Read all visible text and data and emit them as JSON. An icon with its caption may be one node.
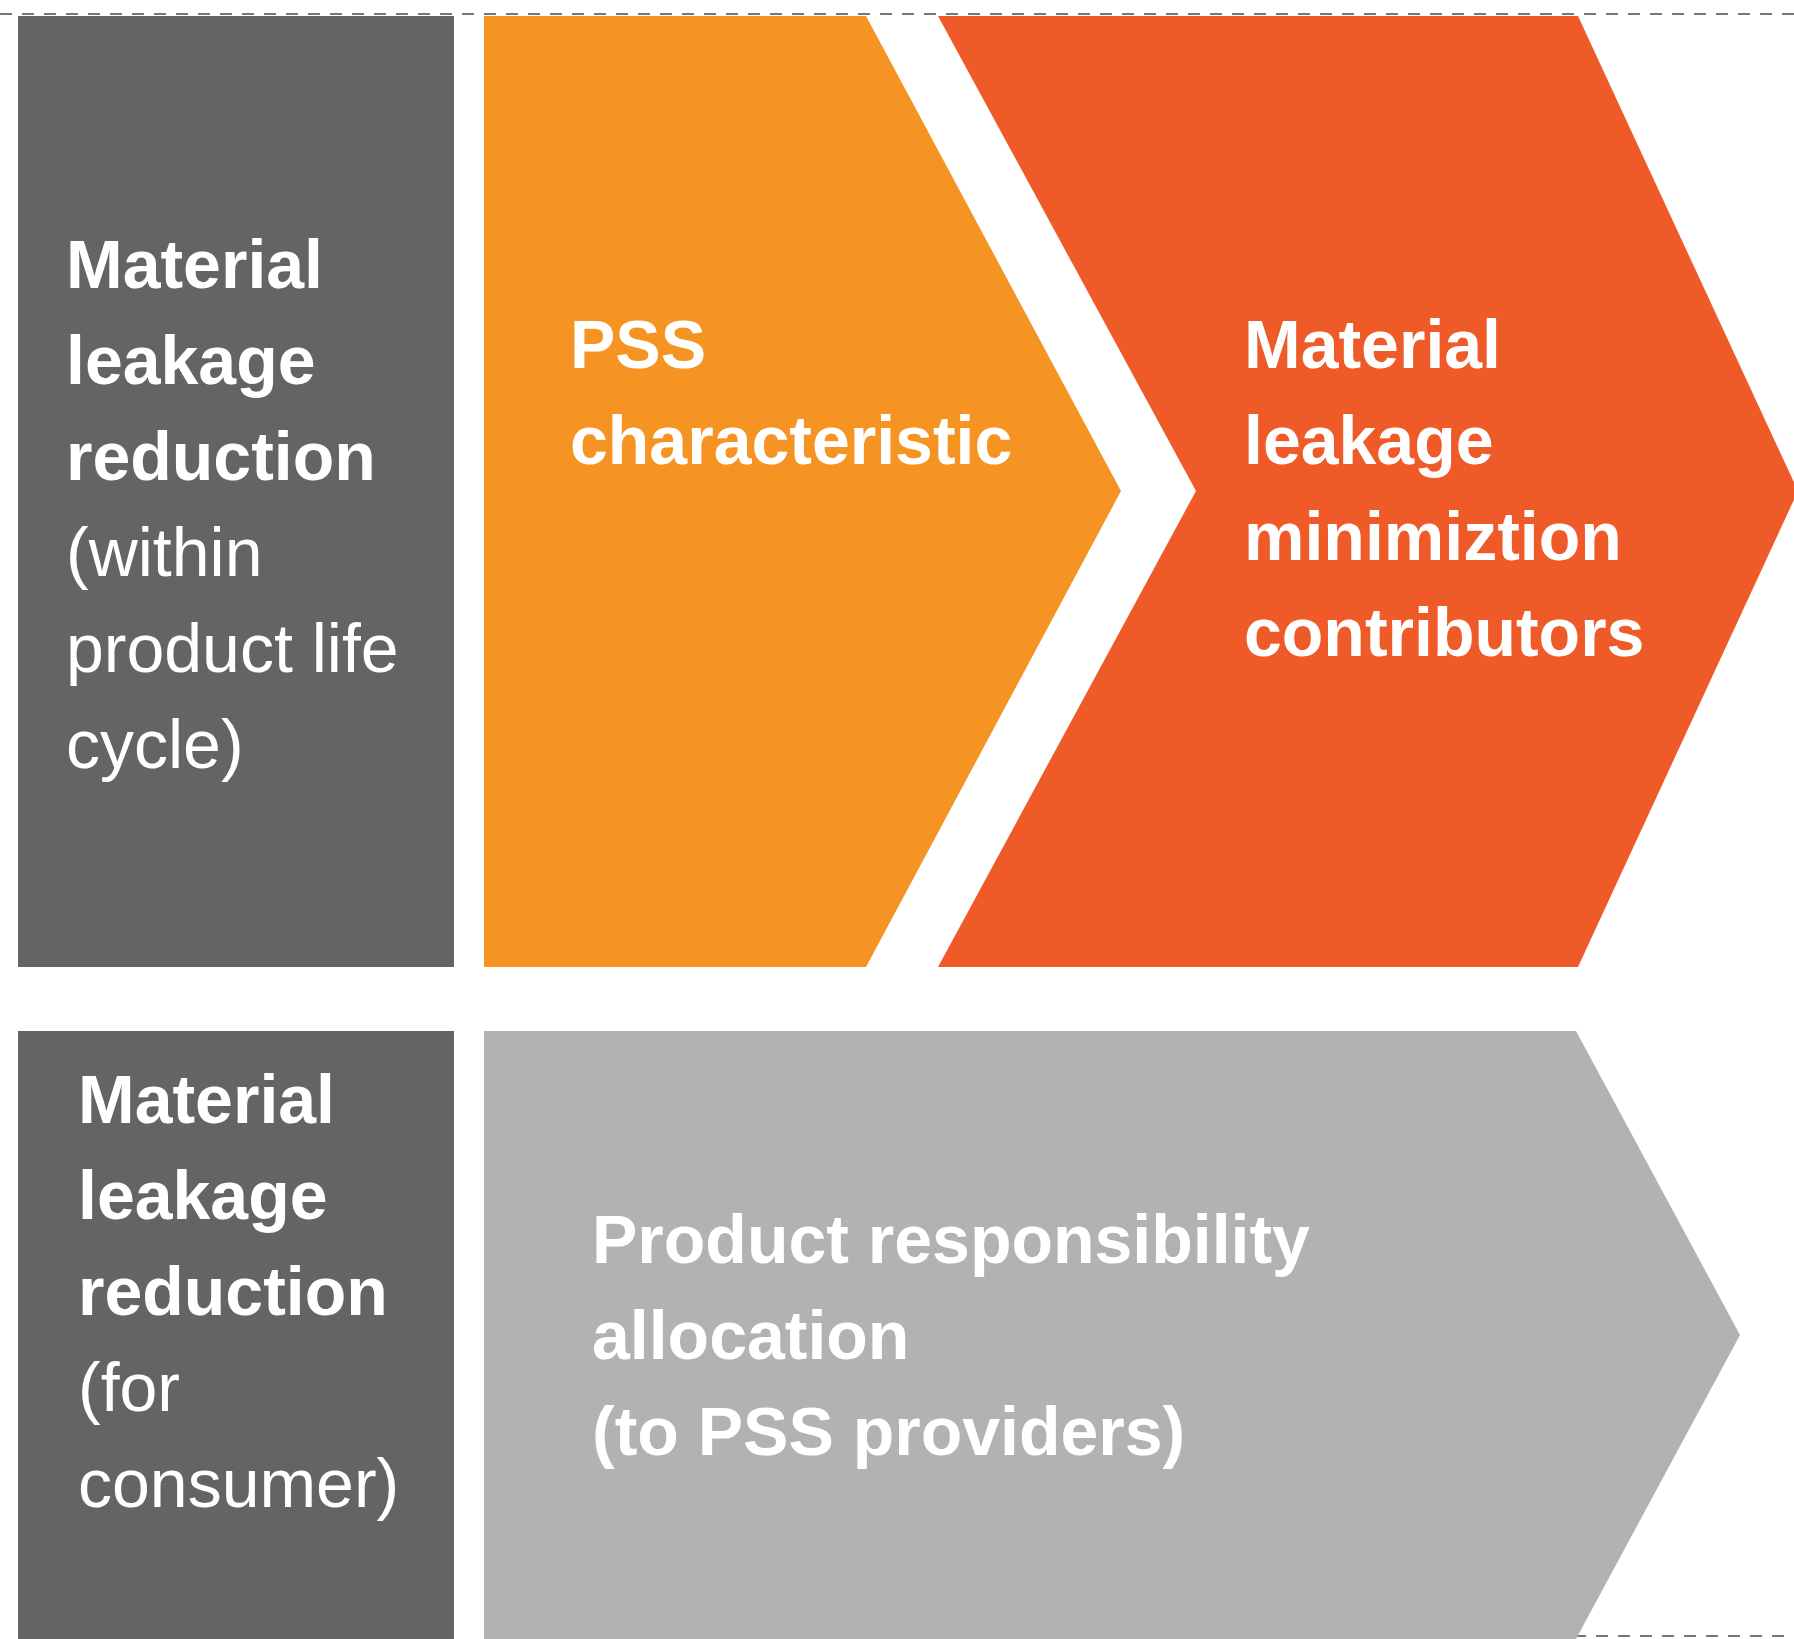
{
  "diagram": {
    "nodes": [
      {
        "text": [
          "Material leakage reduction",
          "(within product life cycle)"
        ]
      },
      {
        "text": [
          "PSS characteristic"
        ]
      },
      {
        "text": [
          "Material leakage minimiztion contributors"
        ]
      },
      {
        "text": [
          "Material leakage reduction",
          "(for consumer)"
        ]
      },
      {
        "text": [
          "Product responsibility allocation",
          "(to PSS providers)"
        ]
      }
    ],
    "edges": []
  }
}
